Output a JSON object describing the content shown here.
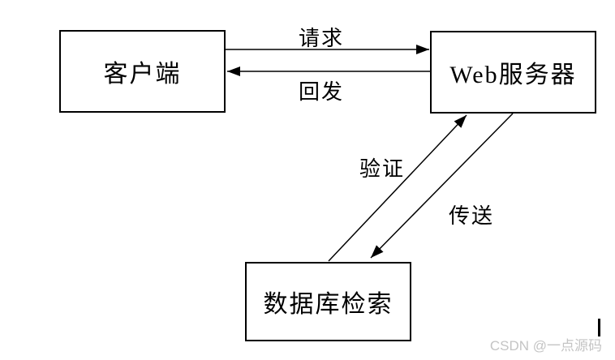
{
  "diagram": {
    "title": "client-webserver-database flow diagram",
    "nodes": [
      {
        "id": "client",
        "label": "客户端"
      },
      {
        "id": "web-server",
        "label": "Web服务器"
      },
      {
        "id": "database",
        "label": "数据库检索"
      }
    ],
    "edges": [
      {
        "id": "request",
        "label": "请求",
        "from": "client",
        "to": "web-server"
      },
      {
        "id": "response",
        "label": "回发",
        "from": "web-server",
        "to": "client"
      },
      {
        "id": "verify",
        "label": "验证",
        "from": "database",
        "to": "web-server"
      },
      {
        "id": "transfer",
        "label": "传送",
        "from": "web-server",
        "to": "database"
      }
    ]
  },
  "watermark": {
    "text": "CSDN @一点源码",
    "color": "#c4c4c4"
  },
  "colors": {
    "line": "#000000",
    "background": "#ffffff",
    "text": "#000000"
  }
}
